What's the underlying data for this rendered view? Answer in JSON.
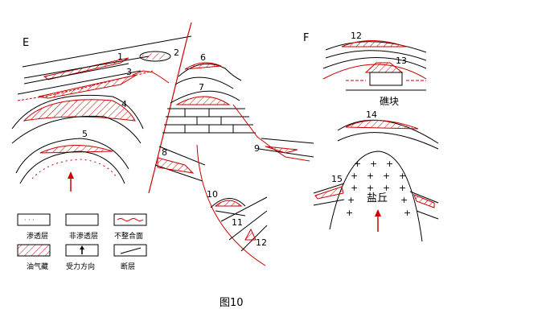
{
  "panel_labels": {
    "e": "E",
    "f": "F"
  },
  "traps": [
    "1",
    "2",
    "3",
    "4",
    "5",
    "6",
    "7",
    "8",
    "9",
    "10",
    "11",
    "12",
    "12",
    "13",
    "14",
    "15"
  ],
  "text_labels": {
    "reef_block": "礁块",
    "salt_dome": "盐丘"
  },
  "legend": {
    "permeable": "渗透层",
    "impermeable": "非渗透层",
    "unconformity": "不整合面",
    "oil_gas": "油气藏",
    "force_direction": "受力方向",
    "fault": "断层"
  },
  "caption": "图10",
  "colors": {
    "ink": "#000000",
    "accent": "#cc0000"
  }
}
